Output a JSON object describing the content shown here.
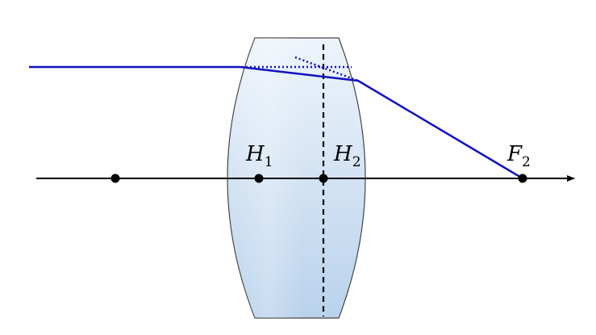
{
  "labels": {
    "h1": {
      "main": "H",
      "sub": "1"
    },
    "h2": {
      "main": "H",
      "sub": "2"
    },
    "f2": {
      "main": "F",
      "sub": "2"
    }
  },
  "colors": {
    "ray": "#1010c0",
    "axis": "#000000",
    "lens_stroke": "#444444",
    "lens_fill_top": "#eef4fb",
    "lens_fill_bottom": "#b9d2ec"
  }
}
